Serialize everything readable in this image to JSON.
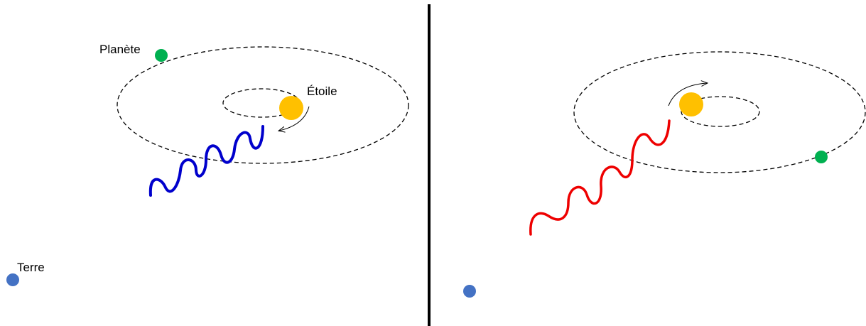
{
  "labels": {
    "planet": "Planète",
    "star": "Étoile",
    "earth": "Terre"
  },
  "colors": {
    "star": "#FFC000",
    "planet": "#00B050",
    "earth": "#4472C4",
    "blueshift_wave": "#0000CC",
    "redshift_wave": "#EE0000",
    "divider": "#000000",
    "orbit": "#000000"
  }
}
